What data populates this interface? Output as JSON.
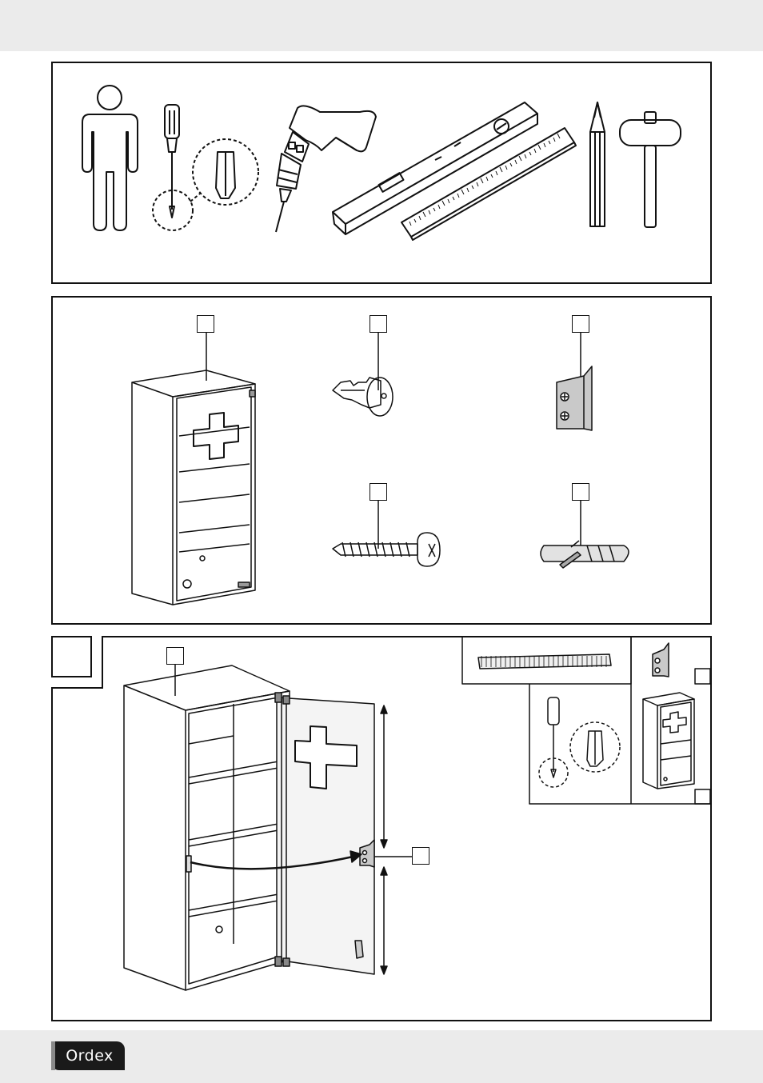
{
  "brand": {
    "logo_text": "Ordex"
  },
  "panels": {
    "tools": {
      "icons": [
        "person-icon",
        "screwdriver-icon",
        "drill-icon",
        "spirit-level-icon",
        "ruler-icon",
        "pencil-icon",
        "hammer-icon"
      ]
    },
    "parts": {
      "items": [
        "cabinet-part",
        "key-part",
        "bracket-part",
        "screw-part",
        "wall-plug-part"
      ]
    },
    "step": {
      "items": [
        "cabinet-door-illustration",
        "ruler-inset",
        "bracket-inset",
        "screwdriver-inset",
        "cabinet-inset"
      ]
    }
  }
}
